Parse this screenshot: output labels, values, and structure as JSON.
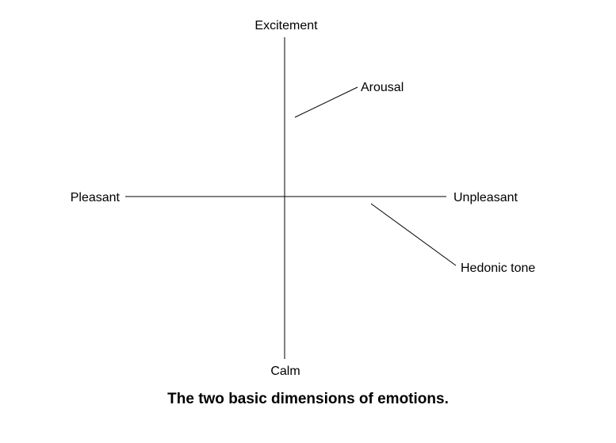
{
  "diagram": {
    "axes": {
      "vertical": {
        "top_label": "Excitement",
        "bottom_label": "Calm"
      },
      "horizontal": {
        "left_label": "Pleasant",
        "right_label": "Unpleasant"
      }
    },
    "annotations": {
      "vertical_axis_name": "Arousal",
      "horizontal_axis_name": "Hedonic tone"
    }
  },
  "caption": "The two basic dimensions of emotions."
}
